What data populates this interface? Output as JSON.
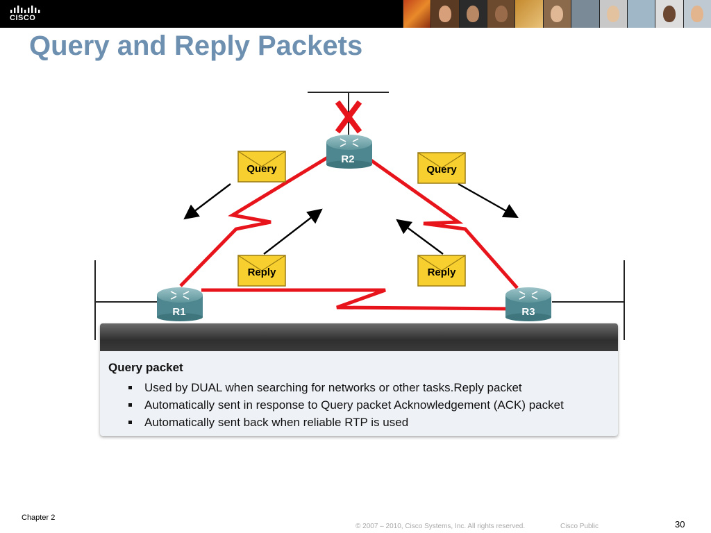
{
  "header": {
    "logo_text": "CISCO",
    "logo_icon": "cisco-bridge-logo"
  },
  "title": "Query and Reply Packets",
  "diagram": {
    "routers": [
      "R2",
      "R1",
      "R3"
    ],
    "envelopes": [
      "Query",
      "Query",
      "Reply",
      "Reply"
    ],
    "failure_mark_icon": "x-icon",
    "colors": {
      "link": "#e8141b",
      "envelope": "#f7cf2e",
      "router": "#4e8790",
      "failure": "#e8141b"
    }
  },
  "panel": {
    "heading": "Query packet",
    "bullets": [
      "Used by DUAL when searching for networks or other tasks.Reply packet",
      "Automatically sent in response to Query packet Acknowledgement (ACK) packet",
      "Automatically sent back when reliable RTP is used"
    ]
  },
  "footer": {
    "chapter": "Chapter 2",
    "copyright": "© 2007 – 2010, Cisco Systems, Inc. All rights reserved.",
    "classification": "Cisco Public",
    "page_number": "30"
  }
}
